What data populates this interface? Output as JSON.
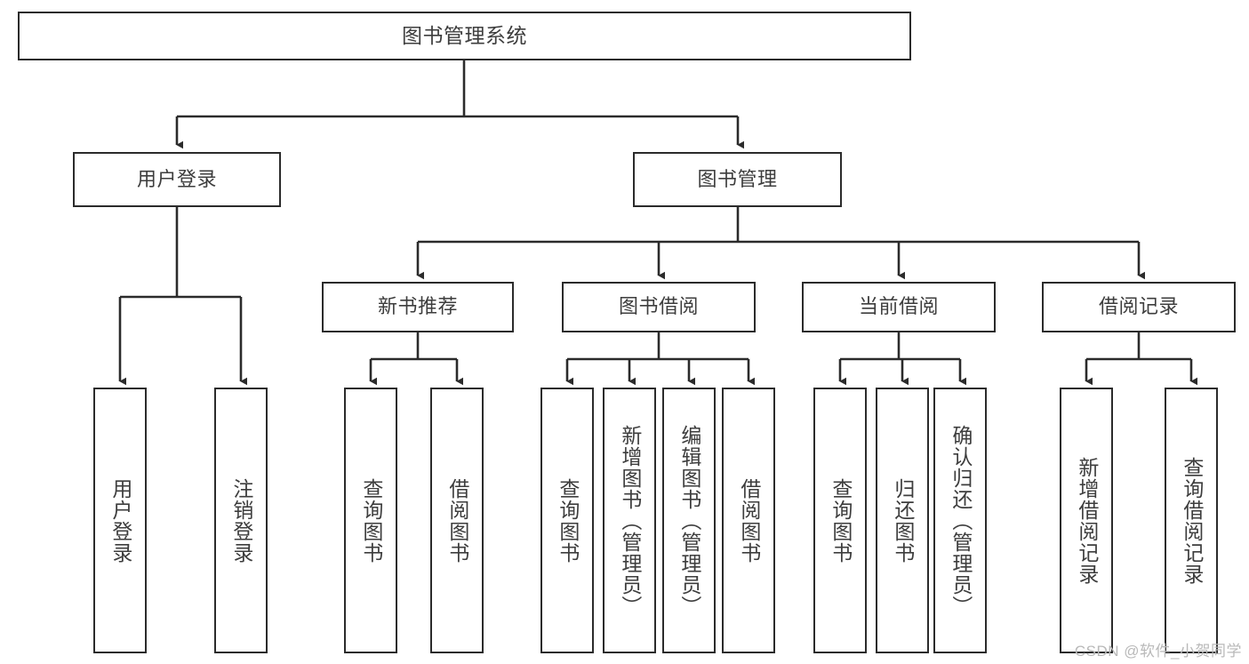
{
  "diagram": {
    "type": "tree",
    "title": "图书管理系统",
    "watermark": "CSDN @软件_小贺同学",
    "colors": {
      "box_border": "#2b2b2b",
      "box_fill": "#ffffff",
      "connector": "#2b2b2b",
      "text": "#3d3d3d",
      "watermark": "#b9b9b9",
      "background": "#ffffff"
    },
    "nodes": {
      "root": {
        "label": "图书管理系统"
      },
      "level1": [
        {
          "label": "用户登录"
        },
        {
          "label": "图书管理"
        }
      ],
      "level2": [
        {
          "label": "新书推荐"
        },
        {
          "label": "图书借阅"
        },
        {
          "label": "当前借阅"
        },
        {
          "label": "借阅记录"
        }
      ],
      "leaves": {
        "user_login": [
          {
            "label": "用户登录"
          },
          {
            "label": "注销登录"
          }
        ],
        "new_book_recommend": [
          {
            "label": "查询图书"
          },
          {
            "label": "借阅图书"
          }
        ],
        "book_borrow": [
          {
            "label": "查询图书"
          },
          {
            "label": "新增图书（管理员）"
          },
          {
            "label": "编辑图书（管理员）"
          },
          {
            "label": "借阅图书"
          }
        ],
        "current_borrow": [
          {
            "label": "查询图书"
          },
          {
            "label": "归还图书"
          },
          {
            "label": "确认归还（管理员）"
          }
        ],
        "borrow_record": [
          {
            "label": "新增借阅记录"
          },
          {
            "label": "查询借阅记录"
          }
        ]
      }
    }
  }
}
